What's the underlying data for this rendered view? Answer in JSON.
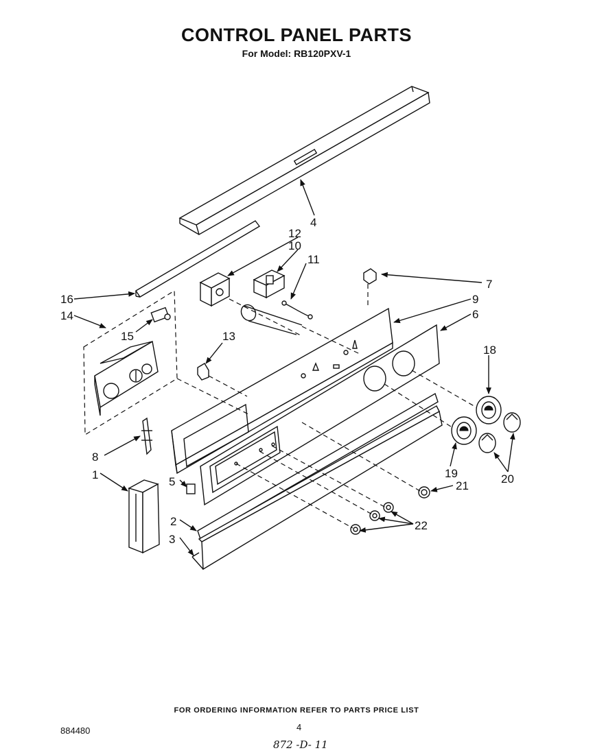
{
  "document": {
    "title": "CONTROL PANEL PARTS",
    "subtitle": "For Model: RB120PXV-1",
    "footer_note": "FOR ORDERING INFORMATION REFER TO PARTS PRICE LIST",
    "doc_number": "884480",
    "page_number": "4",
    "handwritten_note": "872 -D- 11"
  },
  "callouts": [
    {
      "id": "c4",
      "label": "4"
    },
    {
      "id": "c12",
      "label": "12"
    },
    {
      "id": "c10",
      "label": "10"
    },
    {
      "id": "c11",
      "label": "11"
    },
    {
      "id": "c7",
      "label": "7"
    },
    {
      "id": "c9",
      "label": "9"
    },
    {
      "id": "c6",
      "label": "6"
    },
    {
      "id": "c16",
      "label": "16"
    },
    {
      "id": "c14",
      "label": "14"
    },
    {
      "id": "c15",
      "label": "15"
    },
    {
      "id": "c13",
      "label": "13"
    },
    {
      "id": "c18",
      "label": "18"
    },
    {
      "id": "c8",
      "label": "8"
    },
    {
      "id": "c1",
      "label": "1"
    },
    {
      "id": "c5",
      "label": "5"
    },
    {
      "id": "c19",
      "label": "19"
    },
    {
      "id": "c20",
      "label": "20"
    },
    {
      "id": "c21",
      "label": "21"
    },
    {
      "id": "c2",
      "label": "2"
    },
    {
      "id": "c22",
      "label": "22"
    },
    {
      "id": "c3",
      "label": "3"
    }
  ]
}
